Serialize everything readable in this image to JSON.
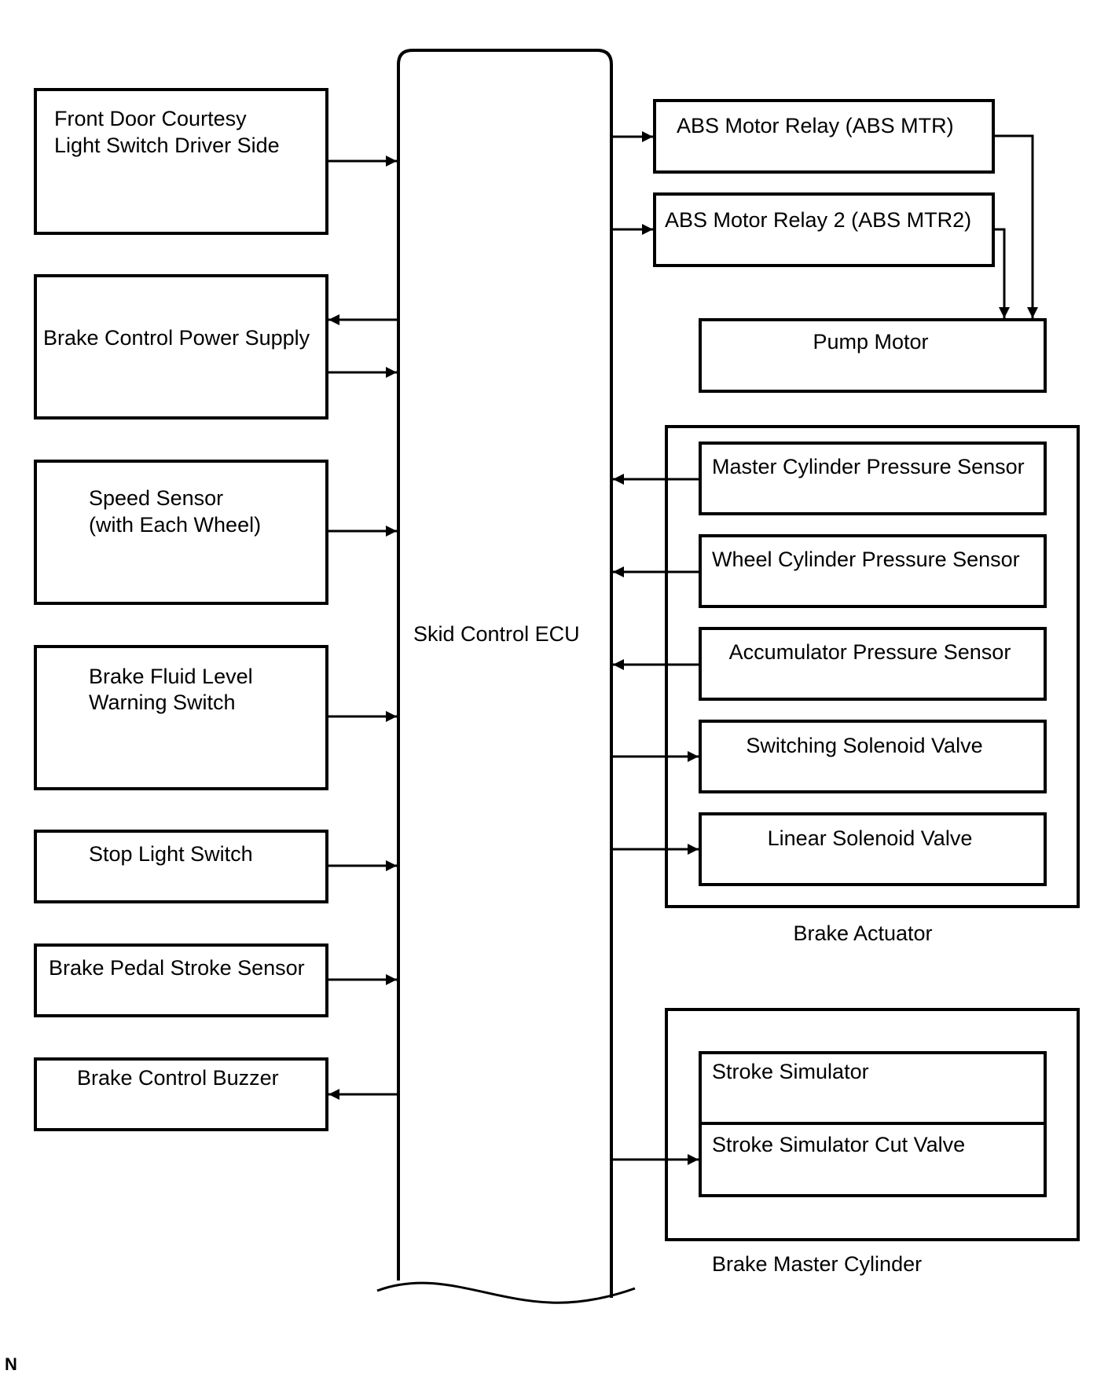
{
  "ecu": {
    "label": "Skid Control ECU"
  },
  "left_boxes": [
    {
      "lines": [
        "Front Door Courtesy",
        "Light Switch Driver Side"
      ]
    },
    {
      "lines": [
        "Brake Control Power Supply"
      ]
    },
    {
      "lines": [
        "Speed Sensor",
        "(with Each Wheel)"
      ]
    },
    {
      "lines": [
        "Brake Fluid Level",
        "Warning Switch"
      ]
    },
    {
      "lines": [
        "Stop Light Switch"
      ]
    },
    {
      "lines": [
        "Brake Pedal Stroke Sensor"
      ]
    },
    {
      "lines": [
        "Brake Control Buzzer"
      ]
    }
  ],
  "relays": [
    {
      "label": "ABS Motor Relay (ABS MTR)"
    },
    {
      "label": "ABS Motor Relay 2 (ABS MTR2)"
    }
  ],
  "pump_motor": {
    "label": "Pump Motor"
  },
  "brake_actuator": {
    "label": "Brake Actuator",
    "items": [
      {
        "label": "Master Cylinder Pressure Sensor"
      },
      {
        "label": "Wheel Cylinder Pressure Sensor"
      },
      {
        "label": "Accumulator Pressure Sensor"
      },
      {
        "label": "Switching Solenoid Valve"
      },
      {
        "label": "Linear Solenoid Valve"
      }
    ]
  },
  "brake_master_cylinder": {
    "label": "Brake Master Cylinder",
    "items": [
      {
        "label": "Stroke Simulator"
      },
      {
        "label": "Stroke Simulator Cut Valve"
      }
    ]
  },
  "corner_mark": "N"
}
